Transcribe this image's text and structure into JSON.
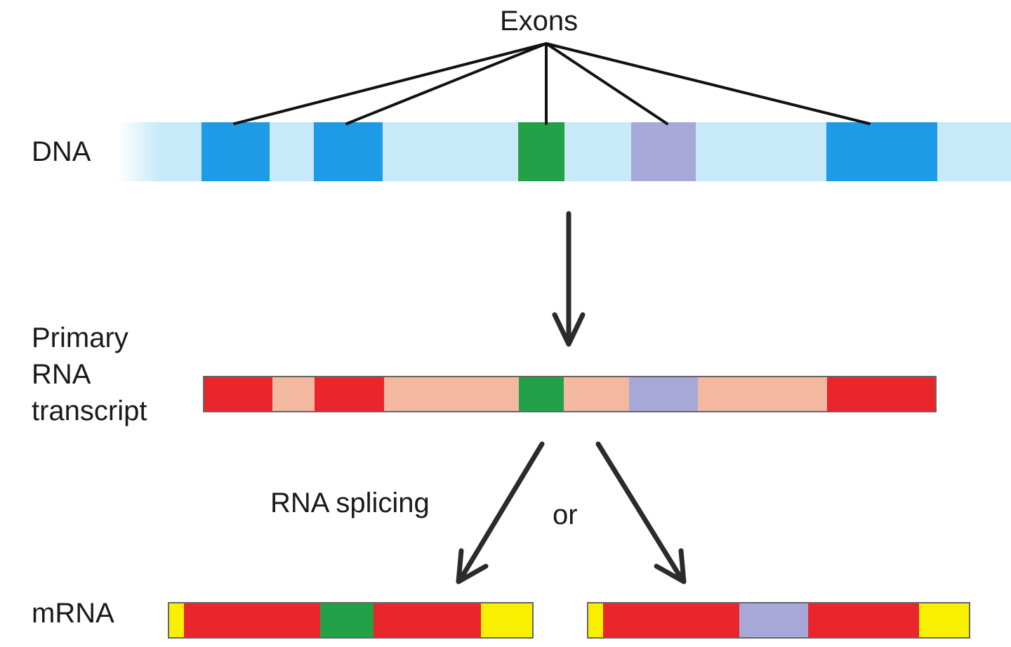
{
  "labels": {
    "exons": "Exons",
    "dna": "DNA",
    "primary_line1": "Primary",
    "primary_line2": "RNA",
    "primary_line3": "transcript",
    "rna_splicing": "RNA splicing",
    "or": "or",
    "mrna": "mRNA"
  },
  "colors": {
    "dna_intron": "#c8e9f8",
    "dna_exon_blue": "#1e9be6",
    "exon_green": "#23a148",
    "exon_lavender": "#a8a8d8",
    "rna_intron": "#f3b8a0",
    "rna_exon_red": "#e8262b",
    "utr_yellow": "#f8f000",
    "line": "#111111",
    "arrow": "#2b2b2b"
  },
  "dna_segments": [
    "intron",
    "exon-blue",
    "intron",
    "exon-blue",
    "intron",
    "exon-green",
    "intron",
    "exon-lavender",
    "intron",
    "exon-blue",
    "intron"
  ],
  "rna_segments": [
    "exon-red",
    "intron",
    "exon-red",
    "intron",
    "exon-green",
    "intron",
    "exon-lavender",
    "intron",
    "exon-red"
  ],
  "mrna_left_segments": [
    "utr-yellow",
    "exon-red",
    "exon-green",
    "exon-red",
    "utr-yellow"
  ],
  "mrna_right_segments": [
    "utr-yellow",
    "exon-red",
    "exon-lavender",
    "exon-red",
    "utr-yellow"
  ]
}
